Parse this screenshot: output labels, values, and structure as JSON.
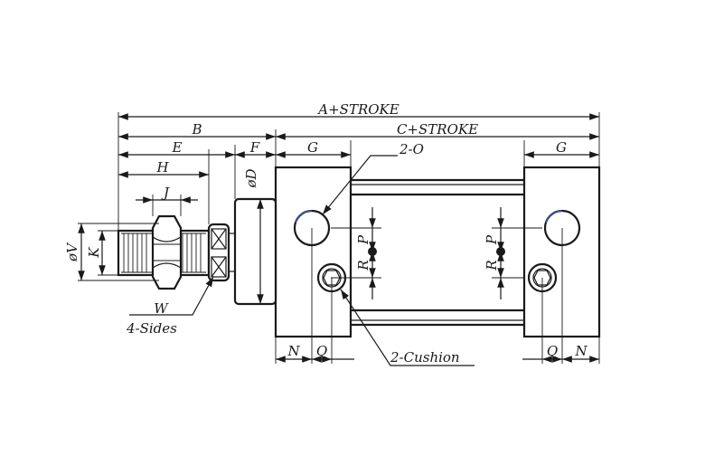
{
  "labels": {
    "a_stroke": "A+STROKE",
    "b": "B",
    "c_stroke": "C+STROKE",
    "e": "E",
    "f": "F",
    "g_left": "G",
    "g_right": "G",
    "two_o": "2-O",
    "h": "H",
    "j": "J",
    "dia_d": "øD",
    "dia_v": "øV",
    "k": "K",
    "w": "W",
    "four_sides": "4-Sides",
    "p_left": "P",
    "r_left": "R",
    "p_right": "P",
    "r_right": "R",
    "n_left": "N",
    "q_left": "Q",
    "two_cushion": "2-Cushion",
    "q_right": "Q",
    "n_right": "N"
  },
  "colors": {
    "line": "#1a1a1a",
    "port_highlight": "#3a5ccc"
  }
}
